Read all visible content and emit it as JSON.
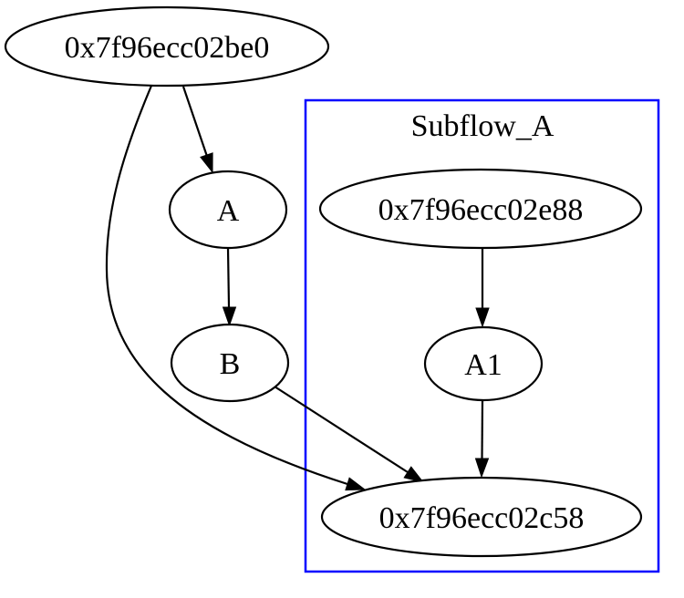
{
  "diagram": {
    "type": "directed-graph",
    "cluster": {
      "label": "Subflow_A",
      "border_color": "#0000ff"
    },
    "nodes": {
      "be0": {
        "label": "0x7f96ecc02be0"
      },
      "a": {
        "label": "A"
      },
      "b": {
        "label": "B"
      },
      "e88": {
        "label": "0x7f96ecc02e88"
      },
      "a1": {
        "label": "A1"
      },
      "c58": {
        "label": "0x7f96ecc02c58"
      }
    },
    "edges": [
      {
        "from": "0x7f96ecc02be0",
        "to": "A"
      },
      {
        "from": "0x7f96ecc02be0",
        "to": "0x7f96ecc02c58"
      },
      {
        "from": "A",
        "to": "B"
      },
      {
        "from": "B",
        "to": "0x7f96ecc02c58"
      },
      {
        "from": "0x7f96ecc02e88",
        "to": "A1"
      },
      {
        "from": "A1",
        "to": "0x7f96ecc02c58"
      }
    ],
    "colors": {
      "background": "#ffffff",
      "node_fill": "#ffffff",
      "node_stroke": "#000000",
      "edge_stroke": "#000000",
      "text": "#000000",
      "cluster_border": "#0000ff"
    }
  }
}
